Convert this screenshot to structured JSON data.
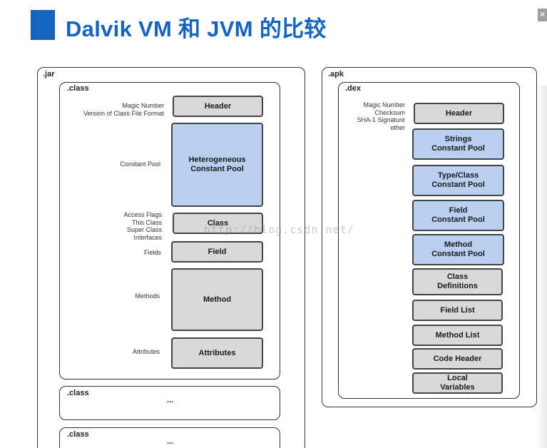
{
  "title": "Dalvik VM 和 JVM 的比较",
  "corner_icon": "close-icon",
  "watermark": "http://blog.csdn.net/",
  "jar": {
    "label": ".jar",
    "class_label": ".class",
    "side_labels": {
      "header": "Magic Number\nVersion of Class File Format",
      "constant_pool": "Constant Pool",
      "class": "Access Flags\nThis Class\nSuper Class\nInterfaces",
      "field": "Fields",
      "method": "Methods",
      "attributes": "Attributes"
    },
    "boxes": {
      "header": "Header",
      "constant_pool": "Heterogeneous\nConstant Pool",
      "class": "Class",
      "field": "Field",
      "method": "Method",
      "attributes": "Attributes"
    },
    "extra_classes": [
      {
        "label": ".class",
        "dots": "..."
      },
      {
        "label": ".class",
        "dots": "..."
      }
    ]
  },
  "apk": {
    "label": ".apk",
    "dex_label": ".dex",
    "side_label": "Magic Number\nChecksum\nSHA-1 Signature\nother",
    "boxes": {
      "header": "Header",
      "strings": "Strings\nConstant Pool",
      "type_class": "Type/Class\nConstant Pool",
      "field_pool": "Field\nConstant Pool",
      "method_pool": "Method\nConstant Pool",
      "class_defs": "Class\nDefinitions",
      "field_list": "Field List",
      "method_list": "Method List",
      "code_header": "Code Header",
      "local_vars": "Local\nVariables"
    }
  }
}
